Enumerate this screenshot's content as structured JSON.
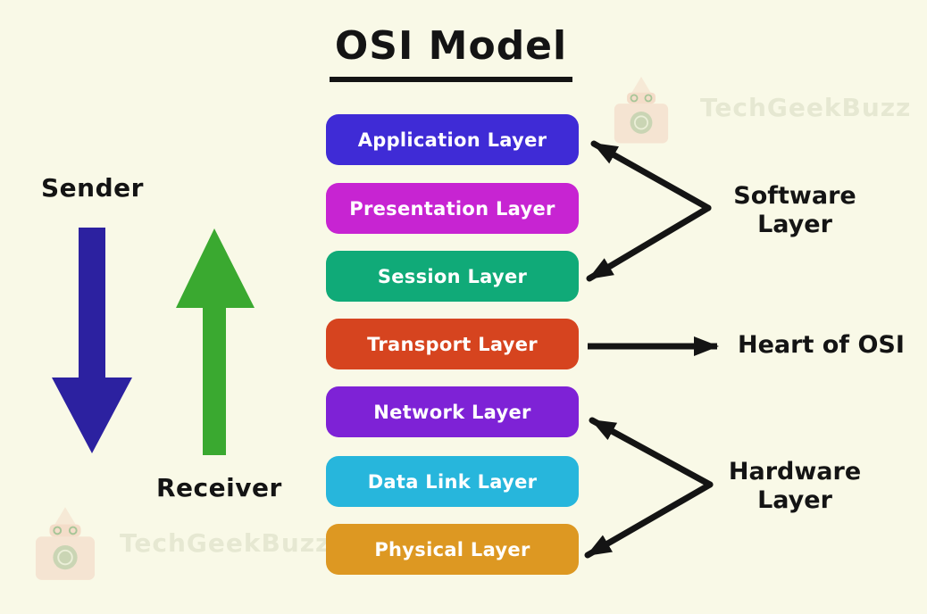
{
  "title": {
    "text": "OSI Model"
  },
  "layers": [
    {
      "label": "Application Layer",
      "color": "#3f2bd6"
    },
    {
      "label": "Presentation Layer",
      "color": "#c724d2"
    },
    {
      "label": "Session Layer",
      "color": "#10aa78"
    },
    {
      "label": "Transport Layer",
      "color": "#d6441f"
    },
    {
      "label": "Network Layer",
      "color": "#7e22d6"
    },
    {
      "label": "Data Link Layer",
      "color": "#27b6dc"
    },
    {
      "label": "Physical Layer",
      "color": "#dd9822"
    }
  ],
  "endpoints": {
    "sender_label": "Sender",
    "receiver_label": "Receiver"
  },
  "annotations": {
    "software": {
      "line1": "Software",
      "line2": "Layer"
    },
    "heart": {
      "label": "Heart of OSI"
    },
    "hardware": {
      "line1": "Hardware",
      "line2": "Layer"
    }
  },
  "watermark": {
    "text": "TechGeekBuzz"
  },
  "colors": {
    "background": "#f9f9e7",
    "text_dark": "#141414",
    "arrow_black": "#141414",
    "box_text": "#ffffff",
    "sender_arrow": "#2c21a0",
    "receiver_arrow": "#3aa930",
    "watermark_text": "#e6e8d2",
    "watermark_logo_red": "#e06045",
    "watermark_logo_green": "#4aa85a"
  }
}
